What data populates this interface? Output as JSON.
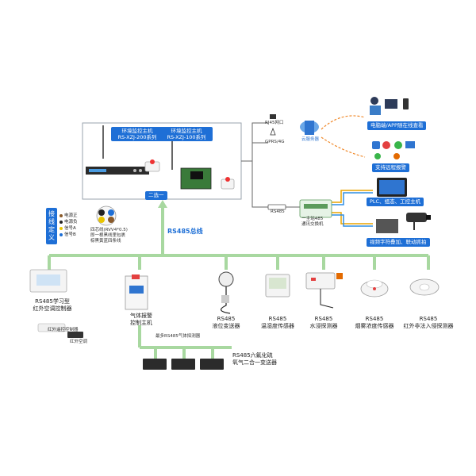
{
  "hosts": {
    "left": {
      "line1": "环境监控主机",
      "line2": "RS-XZJ-200系列"
    },
    "right": {
      "line1": "环境监控主机",
      "line2": "RS-XZJ-100系列"
    },
    "choose": "二选一"
  },
  "network": {
    "rj45": "RJ45网口",
    "gprs": "GPRS/4G",
    "cloud": "云服务器",
    "rs485": "RS485",
    "switch_line1": "一主站485",
    "switch_line2": "通讯交换机"
  },
  "tags": {
    "pc_app": "电脑端/APP随在线查看",
    "remote_alarm": "支持远程报警",
    "plc": "PLC、组态、工控主机",
    "video": "视频字符叠加、联动抓拍"
  },
  "wiring": {
    "title": "接线定义",
    "items": [
      "电源正",
      "电源负",
      "信号A",
      "信号B"
    ],
    "cable_line1": "四芯线(RVV4*0.5)",
    "cable_line2": "即一根黑线里包裹",
    "cable_line3": "棕黑黄蓝四条线"
  },
  "bus_label": "RS485总线",
  "devices": [
    {
      "line1": "RS485学习型",
      "line2": "红外空调控制器"
    },
    {
      "line1": "气体报警",
      "line2": "控制主机"
    },
    {
      "line1": "RS485",
      "line2": "液位变送器"
    },
    {
      "line1": "RS485",
      "line2": "温湿度传感器"
    },
    {
      "line1": "RS485",
      "line2": "水浸探测器"
    },
    {
      "line1": "RS485",
      "line2": "烟雾浓度传感器"
    },
    {
      "line1": "RS485",
      "line2": "红外非法入侵探测器"
    }
  ],
  "ac": {
    "label": "红外空调",
    "box": "红外遥控控制器"
  },
  "gas_chain": {
    "note": "最多RS485气体探测器",
    "line1": "RS485六氟化硫",
    "line2": "氧气二合一变送器"
  }
}
